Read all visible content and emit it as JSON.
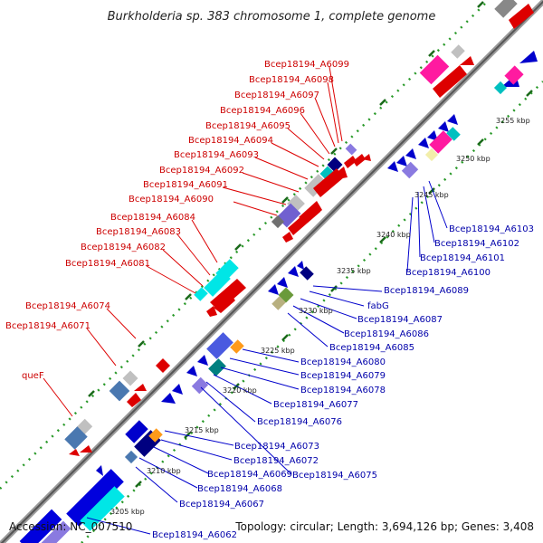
{
  "title": "Burkholderia sp. 383 chromosome 1, complete genome",
  "footer": {
    "accession": "Accession: NC_007510",
    "summary": "Topology: circular; Length: 3,694,126 bp; Genes: 3,408"
  },
  "colors": {
    "top_strand": "#dd0000",
    "bottom_strand": "#0000cc",
    "label_top": "#cc0000",
    "label_bottom": "#0000aa",
    "backbone": "#888888"
  },
  "kbp_marks": [
    "3205 kbp",
    "3210 kbp",
    "3215 kbp",
    "3220 kbp",
    "3225 kbp",
    "3230 kbp",
    "3235 kbp",
    "3240 kbp",
    "3245 kbp",
    "3250 kbp",
    "3255 kbp"
  ],
  "top_labels": [
    "Bcep18194_A6099",
    "Bcep18194_A6098",
    "Bcep18194_A6097",
    "Bcep18194_A6096",
    "Bcep18194_A6095",
    "Bcep18194_A6094",
    "Bcep18194_A6093",
    "Bcep18194_A6092",
    "Bcep18194_A6091",
    "Bcep18194_A6090",
    "Bcep18194_A6084",
    "Bcep18194_A6083",
    "Bcep18194_A6082",
    "Bcep18194_A6081",
    "Bcep18194_A6074",
    "Bcep18194_A6071",
    "queF"
  ],
  "bottom_labels_right": [
    "Bcep18194_A6103",
    "Bcep18194_A6102",
    "Bcep18194_A6101",
    "Bcep18194_A6100"
  ],
  "bottom_labels_mid": [
    "Bcep18194_A6089",
    "fabG",
    "Bcep18194_A6087",
    "Bcep18194_A6086",
    "Bcep18194_A6085",
    "Bcep18194_A6080",
    "Bcep18194_A6079",
    "Bcep18194_A6078",
    "Bcep18194_A6077",
    "Bcep18194_A6076",
    "Bcep18194_A6073",
    "Bcep18194_A6072",
    "Bcep18194_A6069",
    "Bcep18194_A6075",
    "Bcep18194_A6068",
    "Bcep18194_A6067",
    "Bcep18194_A6062"
  ]
}
